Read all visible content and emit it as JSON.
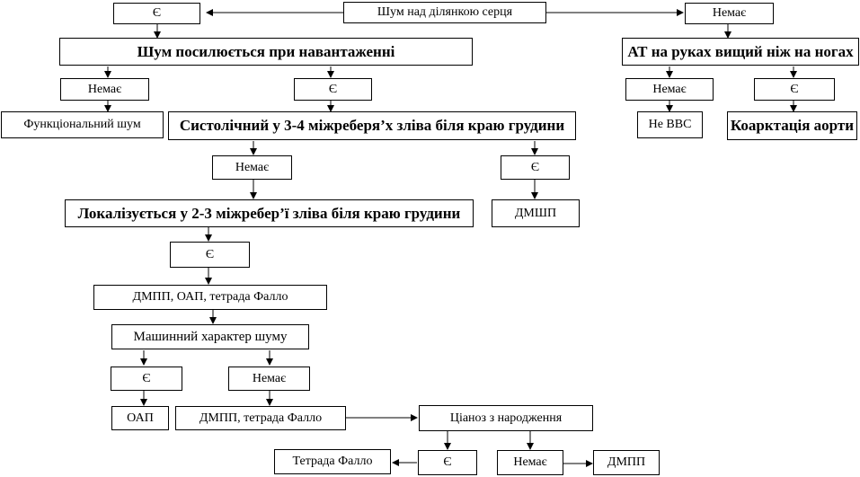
{
  "nodes": {
    "root": "Шум над ділянкою серця",
    "root_yes": "Є",
    "root_no": "Немає",
    "load": "Шум посилюється при навантаженні",
    "load_no": "Немає",
    "load_yes": "Є",
    "functional": "Функціональний шум",
    "systolic": "Систолічний у 3-4 міжреберя’х зліва біля краю грудини",
    "systolic_no": "Немає",
    "systolic_yes": "Є",
    "localized": "Локалізується у 2-3 міжребер’ї зліва біля краю грудини",
    "vsd1": "ДМШП",
    "localized_yes": "Є",
    "group1": "ДМПП, ОАП, тетрада Фалло",
    "machine": "Машинний характер шуму",
    "machine_yes": "Є",
    "machine_no": "Немає",
    "pda": "ОАП",
    "group2": "ДМПП, тетрада Фалло",
    "cyanosis": "Ціаноз з народження",
    "cyan_yes": "Є",
    "cyan_no": "Немає",
    "tof": "Тетрада Фалло",
    "asd": "ДМПП",
    "bp": "АТ на руках вищий ніж на ногах",
    "bp_no": "Немає",
    "bp_yes": "Є",
    "no_chd": "Не ВВС",
    "coarct": "Коарктація аорти"
  }
}
